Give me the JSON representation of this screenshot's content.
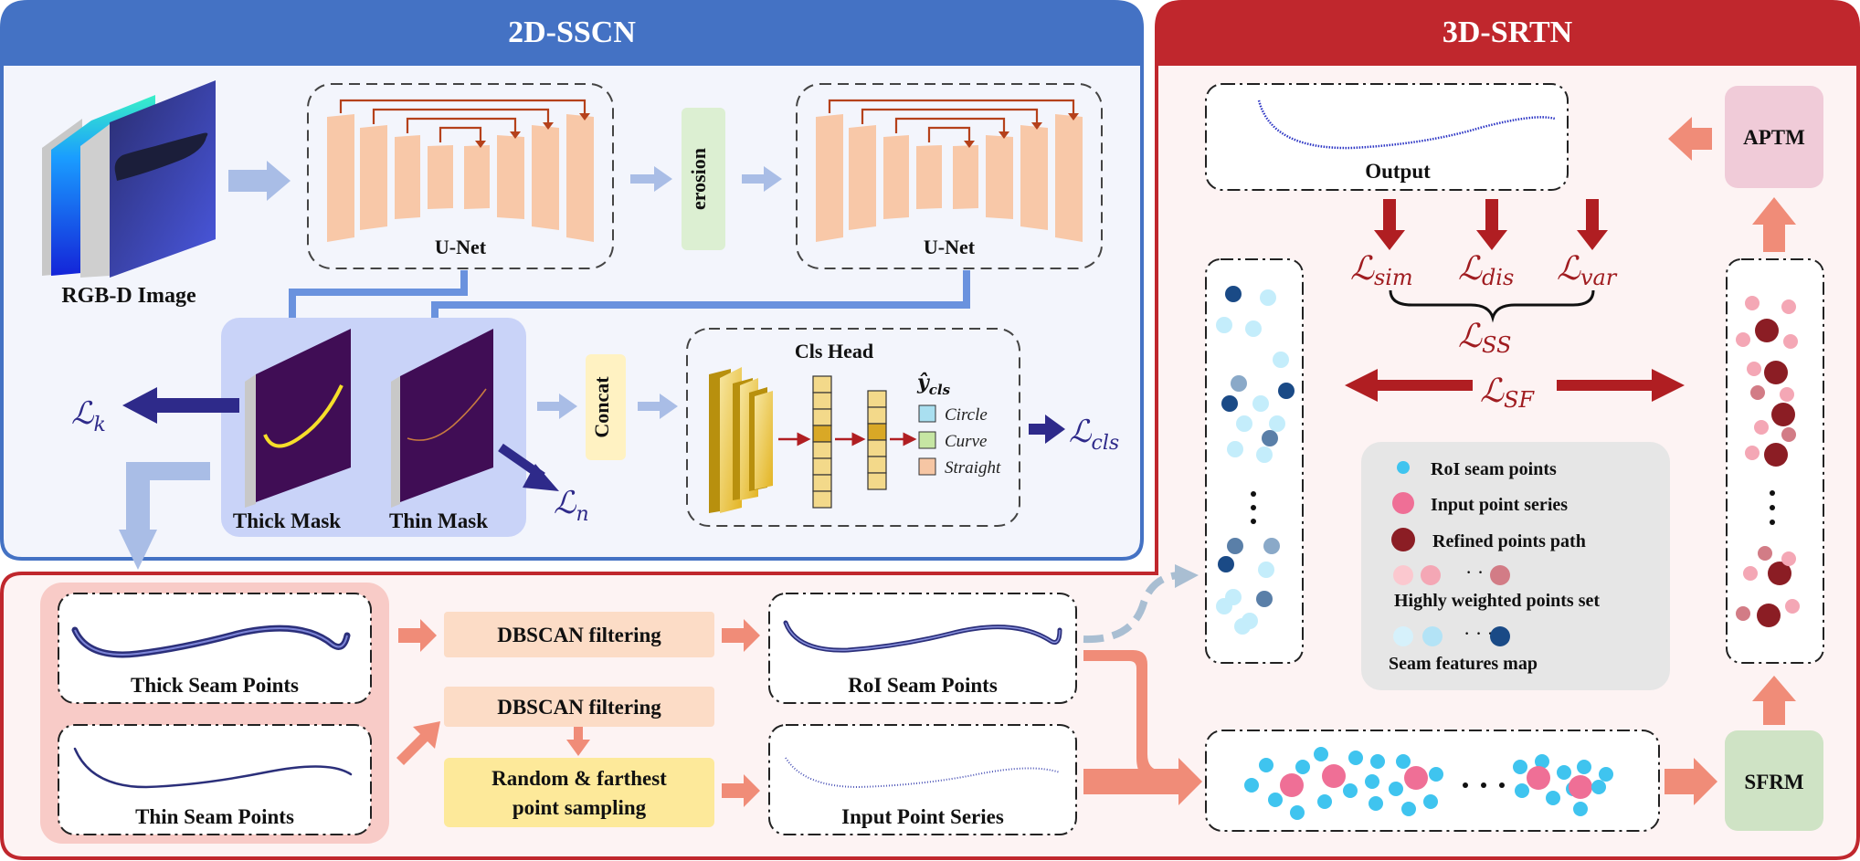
{
  "panels": {
    "left_title": "2D-SSCN",
    "right_title": "3D-SRTN"
  },
  "blocks": {
    "rgbd_image": "RGB-D Image",
    "unet_1": "U-Net",
    "erosion": "erosion",
    "unet_2": "U-Net",
    "thick_mask": "Thick Mask",
    "thin_mask": "Thin Mask",
    "concat": "Concat",
    "cls_head": "Cls Head",
    "output": "Output",
    "aptm": "APTM",
    "sfrm": "SFRM",
    "thick_seam_points": "Thick Seam Points",
    "thin_seam_points": "Thin Seam Points",
    "dbscan_1": "DBSCAN filtering",
    "dbscan_2": "DBSCAN filtering",
    "sampling_line1": "Random & farthest",
    "sampling_line2": "point sampling",
    "roi_seam_points": "RoI Seam Points",
    "input_point_series": "Input Point Series"
  },
  "cls_head": {
    "output_label": "ŷ",
    "output_sub": "cls",
    "classes": [
      {
        "label": "Circle",
        "color": "#a9dff0"
      },
      {
        "label": "Curve",
        "color": "#c6e6a3"
      },
      {
        "label": "Straight",
        "color": "#f6c6a4"
      }
    ]
  },
  "losses": {
    "L_k": {
      "sym": "ℒ",
      "sub": "k"
    },
    "L_n": {
      "sym": "ℒ",
      "sub": "n"
    },
    "L_cls": {
      "sym": "ℒ",
      "sub": "cls"
    },
    "L_sim": {
      "sym": "ℒ",
      "sub": "sim"
    },
    "L_dis": {
      "sym": "ℒ",
      "sub": "dis"
    },
    "L_var": {
      "sym": "ℒ",
      "sub": "var"
    },
    "L_SS": {
      "sym": "ℒ",
      "sub": "SS"
    },
    "L_SF": {
      "sym": "ℒ",
      "sub": "SF"
    }
  },
  "legend": [
    "RoI seam points",
    "Input point series",
    "Refined points path",
    "Highly weighted points set",
    "Seam features map"
  ],
  "colors": {
    "blue_panel": "#4472c4",
    "red_panel": "#c0272d",
    "unet_block": "#f8c8a8",
    "erosion_fill": "#dcefd2",
    "concat_fill": "#fff2c2",
    "aptm_fill": "#f0cbd8",
    "sfrm_fill": "#cfe3c5",
    "roi_point": "#3fc4ef",
    "input_point": "#ef6f96",
    "refined_point": "#8b1d24",
    "dark_arrow": "#2e2a8a",
    "red_arrow": "#b01e22",
    "salmon_arrow": "#f08c78"
  }
}
